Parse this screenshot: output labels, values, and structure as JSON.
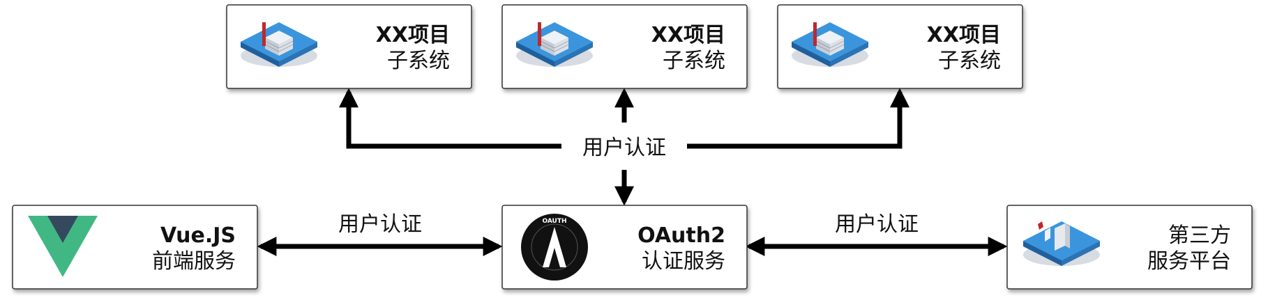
{
  "nodes": {
    "sub1": {
      "title": "XX项目",
      "subtitle": "子系统",
      "icon": "server-platform-icon"
    },
    "sub2": {
      "title": "XX项目",
      "subtitle": "子系统",
      "icon": "server-platform-icon"
    },
    "sub3": {
      "title": "XX项目",
      "subtitle": "子系统",
      "icon": "server-platform-icon"
    },
    "vue": {
      "title": "Vue.JS",
      "subtitle": "前端服务",
      "icon": "vue-logo-icon"
    },
    "oauth": {
      "title": "OAuth2",
      "subtitle": "认证服务",
      "icon": "oauth-logo-icon",
      "logo_text": "OAUTH"
    },
    "third": {
      "title": "第三方",
      "subtitle": "服务平台",
      "icon": "platform-icon"
    }
  },
  "edges": {
    "top_label": "用户认证",
    "left_label": "用户认证",
    "right_label": "用户认证"
  },
  "colors": {
    "vue_green": "#41b883",
    "vue_dark": "#35495e",
    "platform_blue": "#2f8fd8",
    "accent_red": "#c0282d"
  }
}
